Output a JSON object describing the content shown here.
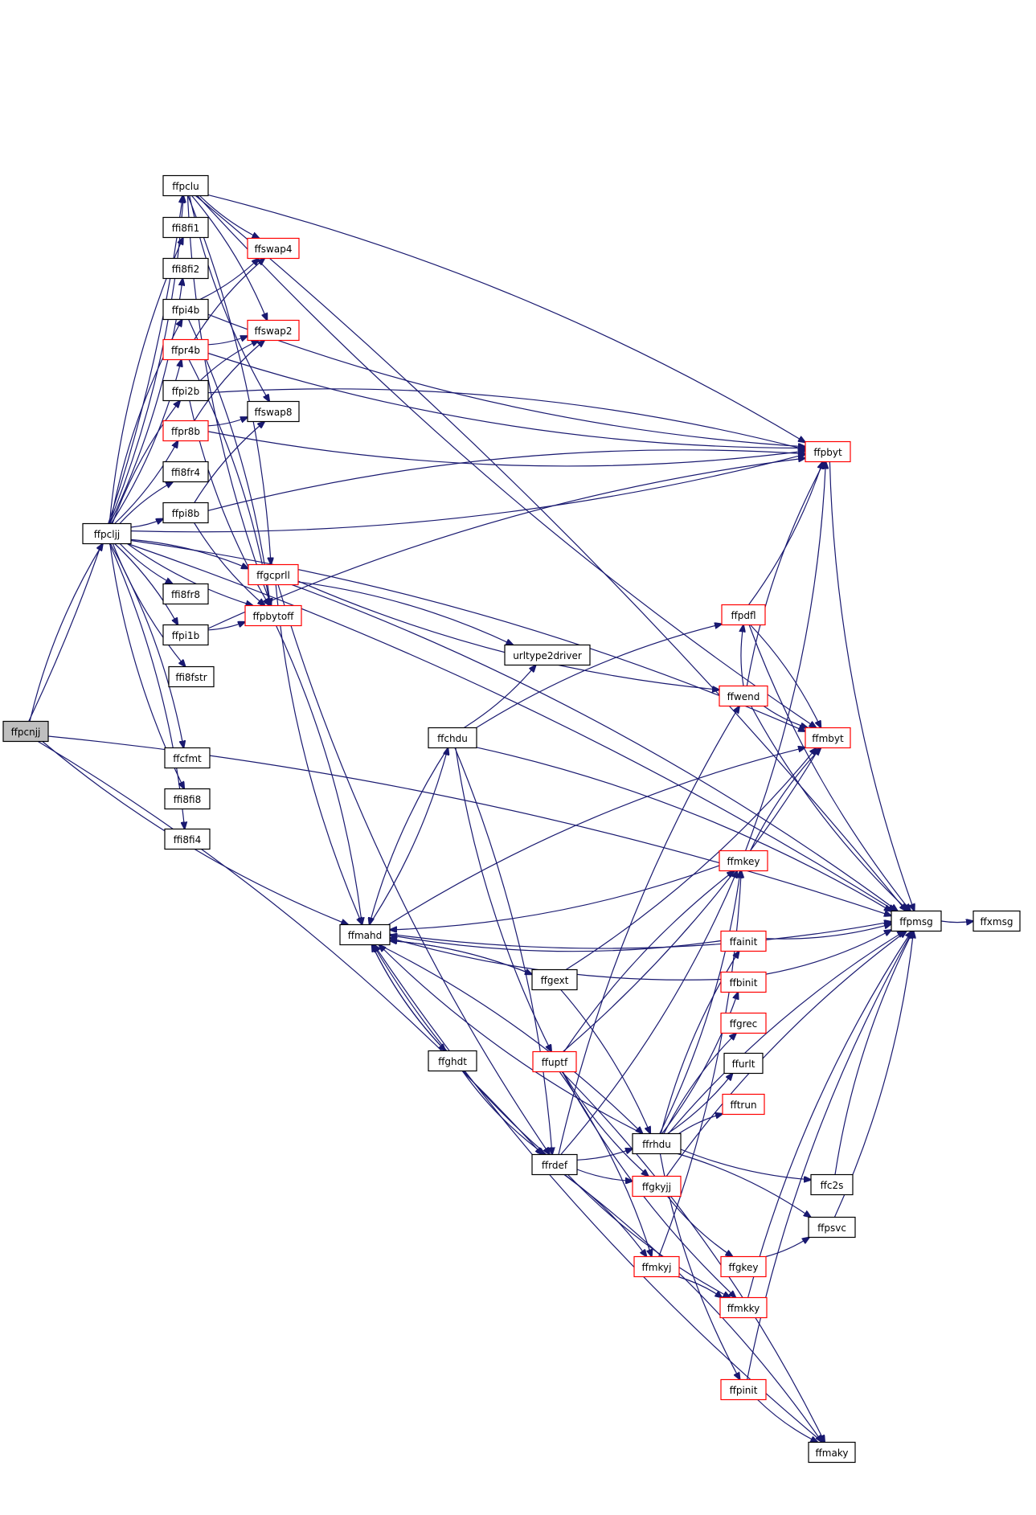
{
  "graph": {
    "current": "ffpcnjj",
    "colors": {
      "edge": "#191970",
      "partial_border": "#ff0000",
      "complete_border": "#000000",
      "current_fill": "#bfbfbf"
    },
    "nodes": [
      {
        "id": "ffpcnjj",
        "label": "ffpcnjj",
        "style": "current"
      },
      {
        "id": "ffpclu",
        "label": "ffpclu",
        "style": "complete"
      },
      {
        "id": "ffi8fi1",
        "label": "ffi8fi1",
        "style": "complete"
      },
      {
        "id": "ffi8fi2",
        "label": "ffi8fi2",
        "style": "complete"
      },
      {
        "id": "ffpi4b",
        "label": "ffpi4b",
        "style": "complete"
      },
      {
        "id": "ffpr4b",
        "label": "ffpr4b",
        "style": "partial"
      },
      {
        "id": "ffpi2b",
        "label": "ffpi2b",
        "style": "complete"
      },
      {
        "id": "ffpr8b",
        "label": "ffpr8b",
        "style": "partial"
      },
      {
        "id": "ffi8fr4",
        "label": "ffi8fr4",
        "style": "complete"
      },
      {
        "id": "ffpi8b",
        "label": "ffpi8b",
        "style": "complete"
      },
      {
        "id": "ffpcljj",
        "label": "ffpcljj",
        "style": "complete"
      },
      {
        "id": "ffi8fr8",
        "label": "ffi8fr8",
        "style": "complete"
      },
      {
        "id": "ffpi1b",
        "label": "ffpi1b",
        "style": "complete"
      },
      {
        "id": "ffi8fstr",
        "label": "ffi8fstr",
        "style": "complete"
      },
      {
        "id": "ffcfmt",
        "label": "ffcfmt",
        "style": "complete"
      },
      {
        "id": "ffi8fi8",
        "label": "ffi8fi8",
        "style": "complete"
      },
      {
        "id": "ffi8fi4",
        "label": "ffi8fi4",
        "style": "complete"
      },
      {
        "id": "ffswap4",
        "label": "ffswap4",
        "style": "partial"
      },
      {
        "id": "ffswap2",
        "label": "ffswap2",
        "style": "partial"
      },
      {
        "id": "ffswap8",
        "label": "ffswap8",
        "style": "complete"
      },
      {
        "id": "ffgcprll",
        "label": "ffgcprll",
        "style": "partial"
      },
      {
        "id": "ffpbytoff",
        "label": "ffpbytoff",
        "style": "partial"
      },
      {
        "id": "ffmahd",
        "label": "ffmahd",
        "style": "complete"
      },
      {
        "id": "ffchdu",
        "label": "ffchdu",
        "style": "complete"
      },
      {
        "id": "urltype2driver",
        "label": "urltype2driver",
        "style": "complete"
      },
      {
        "id": "ffghdt",
        "label": "ffghdt",
        "style": "complete"
      },
      {
        "id": "ffgext",
        "label": "ffgext",
        "style": "complete"
      },
      {
        "id": "ffuptf",
        "label": "ffuptf",
        "style": "partial"
      },
      {
        "id": "ffrdef",
        "label": "ffrdef",
        "style": "complete"
      },
      {
        "id": "ffrhdu",
        "label": "ffrhdu",
        "style": "complete"
      },
      {
        "id": "ffgkyjj",
        "label": "ffgkyjj",
        "style": "partial"
      },
      {
        "id": "ffmkyj",
        "label": "ffmkyj",
        "style": "partial"
      },
      {
        "id": "ffpdfl",
        "label": "ffpdfl",
        "style": "partial"
      },
      {
        "id": "ffwend",
        "label": "ffwend",
        "style": "partial"
      },
      {
        "id": "ffmkey",
        "label": "ffmkey",
        "style": "partial"
      },
      {
        "id": "ffainit",
        "label": "ffainit",
        "style": "partial"
      },
      {
        "id": "ffbinit",
        "label": "ffbinit",
        "style": "partial"
      },
      {
        "id": "ffgrec",
        "label": "ffgrec",
        "style": "partial"
      },
      {
        "id": "ffurlt",
        "label": "ffurlt",
        "style": "complete"
      },
      {
        "id": "fftrun",
        "label": "fftrun",
        "style": "partial"
      },
      {
        "id": "ffgkey",
        "label": "ffgkey",
        "style": "partial"
      },
      {
        "id": "ffmkky",
        "label": "ffmkky",
        "style": "partial"
      },
      {
        "id": "ffpinit",
        "label": "ffpinit",
        "style": "partial"
      },
      {
        "id": "ffpbyt",
        "label": "ffpbyt",
        "style": "partial"
      },
      {
        "id": "ffmbyt",
        "label": "ffmbyt",
        "style": "partial"
      },
      {
        "id": "ffpmsg",
        "label": "ffpmsg",
        "style": "complete"
      },
      {
        "id": "ffc2s",
        "label": "ffc2s",
        "style": "complete"
      },
      {
        "id": "ffpsvc",
        "label": "ffpsvc",
        "style": "complete"
      },
      {
        "id": "ffmaky",
        "label": "ffmaky",
        "style": "complete"
      },
      {
        "id": "ffxmsg",
        "label": "ffxmsg",
        "style": "complete"
      }
    ],
    "edges": [
      [
        "ffpcnjj",
        "ffpcljj"
      ],
      [
        "ffpcnjj",
        "ffmahd"
      ],
      [
        "ffpcnjj",
        "ffrdef"
      ],
      [
        "ffpcnjj",
        "ffpclu"
      ],
      [
        "ffpcnjj",
        "ffpmsg"
      ],
      [
        "ffpcljj",
        "ffpclu"
      ],
      [
        "ffpcljj",
        "ffi8fi1"
      ],
      [
        "ffpcljj",
        "ffi8fi2"
      ],
      [
        "ffpcljj",
        "ffpi4b"
      ],
      [
        "ffpcljj",
        "ffpr4b"
      ],
      [
        "ffpcljj",
        "ffpi2b"
      ],
      [
        "ffpcljj",
        "ffpr8b"
      ],
      [
        "ffpcljj",
        "ffi8fr4"
      ],
      [
        "ffpcljj",
        "ffpi8b"
      ],
      [
        "ffpcljj",
        "ffgcprll"
      ],
      [
        "ffpcljj",
        "ffi8fr8"
      ],
      [
        "ffpcljj",
        "ffpi1b"
      ],
      [
        "ffpcljj",
        "ffi8fstr"
      ],
      [
        "ffpcljj",
        "ffcfmt"
      ],
      [
        "ffpcljj",
        "ffi8fi8"
      ],
      [
        "ffpcljj",
        "ffi8fi4"
      ],
      [
        "ffpcljj",
        "ffpbytoff"
      ],
      [
        "ffpcljj",
        "ffmbyt"
      ],
      [
        "ffpcljj",
        "ffpbyt"
      ],
      [
        "ffpcljj",
        "ffpmsg"
      ],
      [
        "ffpclu",
        "ffswap4"
      ],
      [
        "ffpclu",
        "ffswap2"
      ],
      [
        "ffpclu",
        "ffswap8"
      ],
      [
        "ffpclu",
        "ffgcprll"
      ],
      [
        "ffpclu",
        "ffpbytoff"
      ],
      [
        "ffpclu",
        "ffpbyt"
      ],
      [
        "ffpclu",
        "ffmbyt"
      ],
      [
        "ffpclu",
        "ffpmsg"
      ],
      [
        "ffpi4b",
        "ffswap4"
      ],
      [
        "ffpi4b",
        "ffpbytoff"
      ],
      [
        "ffpi4b",
        "ffpbyt"
      ],
      [
        "ffpr4b",
        "ffswap4"
      ],
      [
        "ffpr4b",
        "ffswap2"
      ],
      [
        "ffpr4b",
        "ffpbytoff"
      ],
      [
        "ffpr4b",
        "ffpbyt"
      ],
      [
        "ffpi2b",
        "ffswap2"
      ],
      [
        "ffpi2b",
        "ffpbytoff"
      ],
      [
        "ffpi2b",
        "ffpbyt"
      ],
      [
        "ffpr8b",
        "ffswap8"
      ],
      [
        "ffpr8b",
        "ffswap2"
      ],
      [
        "ffpr8b",
        "ffpbyt"
      ],
      [
        "ffpi8b",
        "ffswap8"
      ],
      [
        "ffpi8b",
        "ffpbytoff"
      ],
      [
        "ffpi8b",
        "ffpbyt"
      ],
      [
        "ffpi1b",
        "ffpbytoff"
      ],
      [
        "ffpi1b",
        "ffpbyt"
      ],
      [
        "ffgcprll",
        "ffmahd"
      ],
      [
        "ffgcprll",
        "urltype2driver"
      ],
      [
        "ffgcprll",
        "ffwend"
      ],
      [
        "ffgcprll",
        "ffpmsg"
      ],
      [
        "ffgcprll",
        "ffrdef"
      ],
      [
        "ffpbytoff",
        "ffmahd"
      ],
      [
        "ffmahd",
        "ffchdu"
      ],
      [
        "ffmahd",
        "ffgext"
      ],
      [
        "ffmahd",
        "ffghdt"
      ],
      [
        "ffmahd",
        "ffrhdu"
      ],
      [
        "ffmahd",
        "ffpmsg"
      ],
      [
        "ffmahd",
        "ffmbyt"
      ],
      [
        "ffchdu",
        "urltype2driver"
      ],
      [
        "ffchdu",
        "ffpdfl"
      ],
      [
        "ffchdu",
        "ffuptf"
      ],
      [
        "ffchdu",
        "ffrdef"
      ],
      [
        "ffchdu",
        "ffmahd"
      ],
      [
        "ffchdu",
        "ffpmsg"
      ],
      [
        "ffghdt",
        "ffrdef"
      ],
      [
        "ffghdt",
        "ffmahd"
      ],
      [
        "ffgext",
        "ffmahd"
      ],
      [
        "ffgext",
        "ffrhdu"
      ],
      [
        "ffgext",
        "ffmbyt"
      ],
      [
        "ffuptf",
        "ffmkey"
      ],
      [
        "ffuptf",
        "ffgkyjj"
      ],
      [
        "ffuptf",
        "ffmkyj"
      ],
      [
        "ffuptf",
        "ffmkky"
      ],
      [
        "ffuptf",
        "ffmaky"
      ],
      [
        "ffuptf",
        "ffmbyt"
      ],
      [
        "ffrdef",
        "ffmahd"
      ],
      [
        "ffrdef",
        "ffrhdu"
      ],
      [
        "ffrdef",
        "ffwend"
      ],
      [
        "ffrdef",
        "ffgkyjj"
      ],
      [
        "ffrdef",
        "ffmkyj"
      ],
      [
        "ffrdef",
        "ffmkky"
      ],
      [
        "ffrdef",
        "ffmaky"
      ],
      [
        "ffrdef",
        "ffmkey"
      ],
      [
        "ffrhdu",
        "ffmahd"
      ],
      [
        "ffrhdu",
        "ffmkey"
      ],
      [
        "ffrhdu",
        "ffainit"
      ],
      [
        "ffrhdu",
        "ffbinit"
      ],
      [
        "ffrhdu",
        "ffgrec"
      ],
      [
        "ffrhdu",
        "ffurlt"
      ],
      [
        "ffrhdu",
        "fftrun"
      ],
      [
        "ffrhdu",
        "ffc2s"
      ],
      [
        "ffrhdu",
        "ffpsvc"
      ],
      [
        "ffrhdu",
        "ffpinit"
      ],
      [
        "ffrhdu",
        "ffpmsg"
      ],
      [
        "ffgkyjj",
        "ffgkey"
      ],
      [
        "ffgkyjj",
        "ffpmsg"
      ],
      [
        "ffmkyj",
        "ffmkey"
      ],
      [
        "ffmkyj",
        "ffmkky"
      ],
      [
        "ffpdfl",
        "ffpbyt"
      ],
      [
        "ffpdfl",
        "ffmbyt"
      ],
      [
        "ffpdfl",
        "ffpmsg"
      ],
      [
        "ffwend",
        "ffpdfl"
      ],
      [
        "ffwend",
        "ffmbyt"
      ],
      [
        "ffwend",
        "ffpbyt"
      ],
      [
        "ffwend",
        "ffpmsg"
      ],
      [
        "ffmkey",
        "ffmbyt"
      ],
      [
        "ffmkey",
        "ffpbyt"
      ],
      [
        "ffmkey",
        "ffmahd"
      ],
      [
        "ffainit",
        "ffpmsg"
      ],
      [
        "ffainit",
        "ffmahd"
      ],
      [
        "ffbinit",
        "ffpmsg"
      ],
      [
        "ffbinit",
        "ffmahd"
      ],
      [
        "ffgkey",
        "ffpsvc"
      ],
      [
        "ffmkky",
        "ffpmsg"
      ],
      [
        "ffpinit",
        "ffmaky"
      ],
      [
        "ffpinit",
        "ffpmsg"
      ],
      [
        "ffpbyt",
        "ffpmsg"
      ],
      [
        "ffc2s",
        "ffpmsg"
      ],
      [
        "ffpsvc",
        "ffpmsg"
      ],
      [
        "ffmaky",
        "ffmahd"
      ],
      [
        "ffpmsg",
        "ffxmsg"
      ]
    ]
  }
}
